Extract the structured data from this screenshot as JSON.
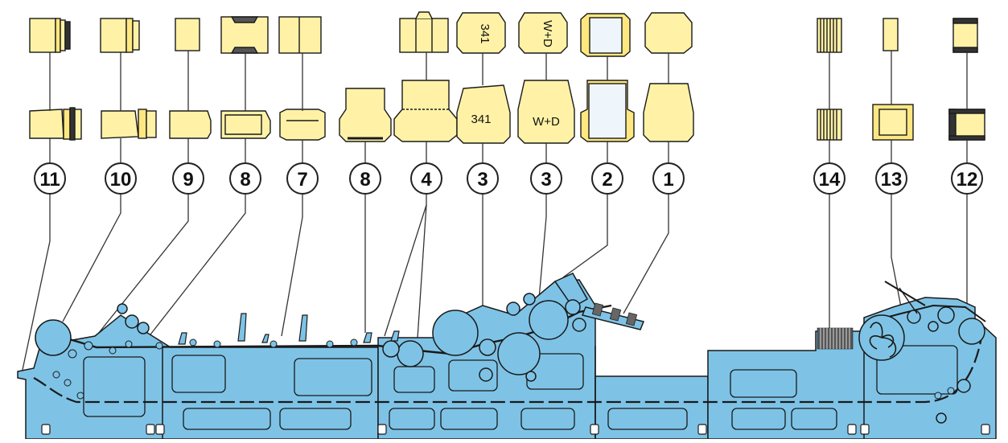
{
  "labels": [
    "11",
    "10",
    "9",
    "8",
    "7",
    "8",
    "4",
    "3",
    "3",
    "2",
    "1",
    "14",
    "13",
    "12"
  ],
  "envelope_prints": {
    "top_a": "341",
    "top_b": "W+D",
    "bottom_a": "341",
    "bottom_b": "W+D"
  },
  "colors": {
    "machine": "#7ec3e6",
    "machine_stroke": "#1a1a1a",
    "envelope": "#fff2a6",
    "envelope_blank": "#eef6fb",
    "line": "#333333",
    "circle_fill": "#ffffff"
  }
}
